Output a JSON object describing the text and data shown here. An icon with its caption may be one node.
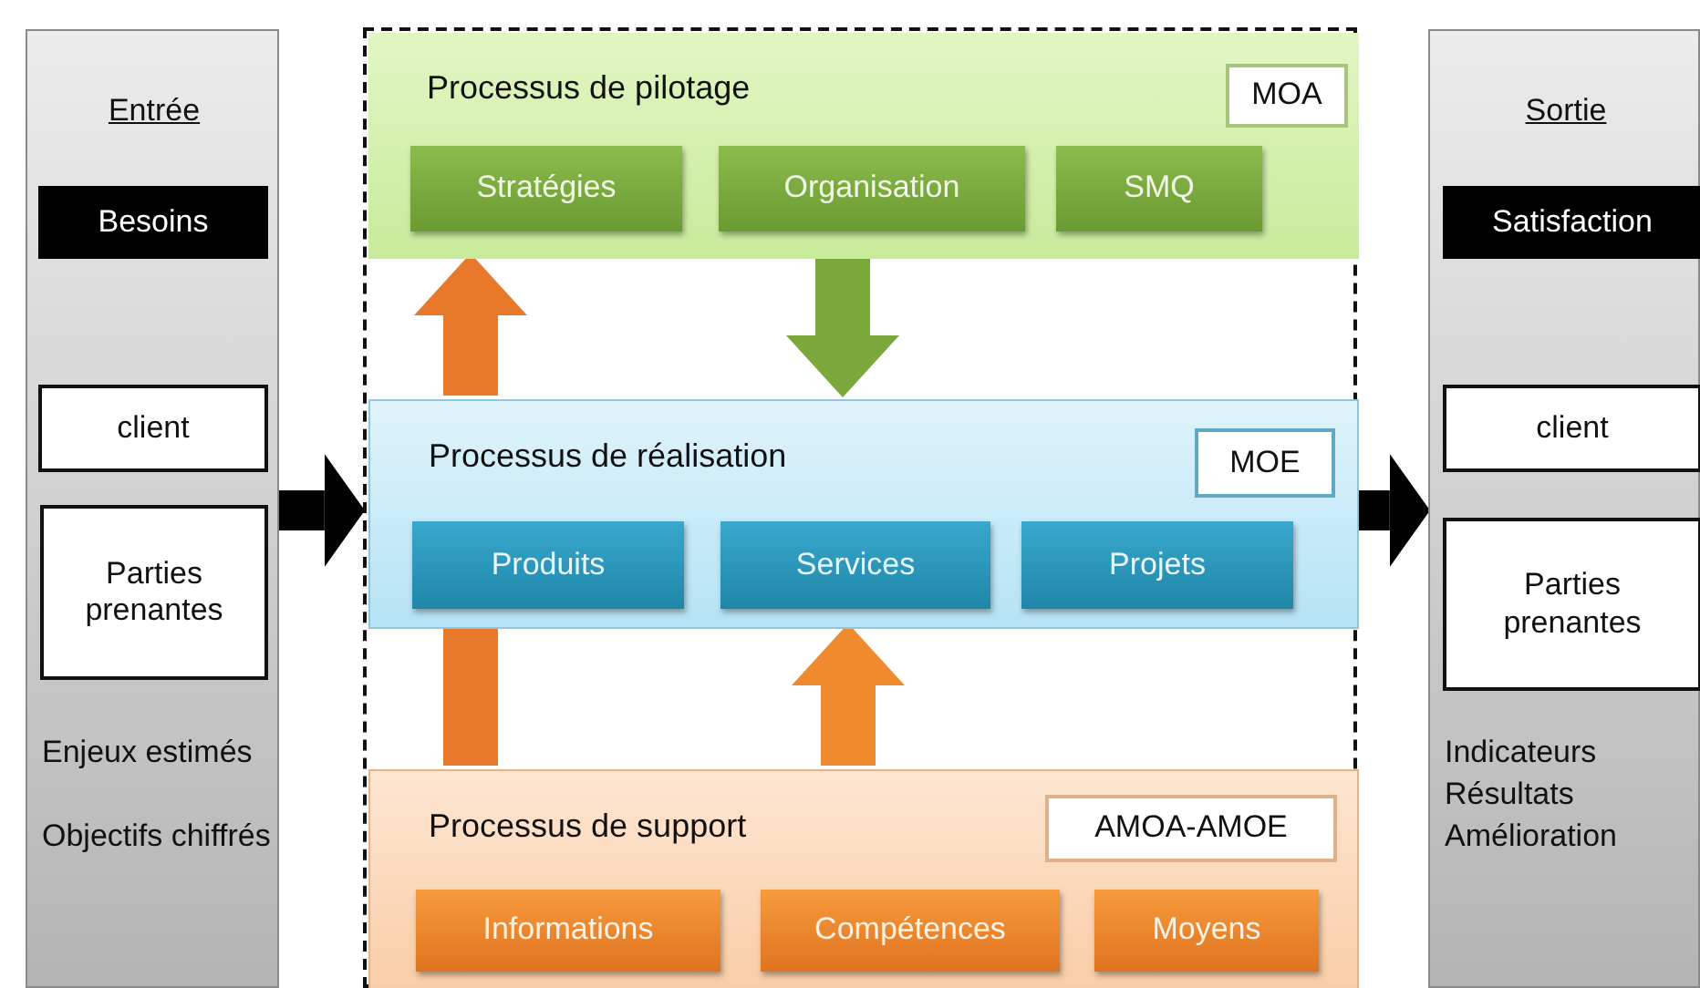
{
  "diagram": {
    "nodes": [
      {
        "text": [
          "Entrée",
          "Enjeux estimés",
          "Objectifs chiffrés"
        ]
      },
      {
        "text": [
          "Besoins"
        ],
        "in": 0
      },
      {
        "text": [
          "client"
        ],
        "in": 0
      },
      {
        "text": [
          "Parties prenantes"
        ],
        "in": 0
      },
      {
        "text": [],
        "shape": "box"
      },
      {
        "text": [
          "Processus de pilotage"
        ],
        "in": 4
      },
      {
        "text": [
          "MOA"
        ],
        "in": 5
      },
      {
        "text": [
          "Stratégies"
        ],
        "in": 5
      },
      {
        "text": [
          "Organisation"
        ],
        "in": 5
      },
      {
        "text": [
          "SMQ"
        ],
        "in": 5
      },
      {
        "text": [
          "Processus de réalisation"
        ],
        "in": 4
      },
      {
        "text": [
          "MOE"
        ],
        "in": 10
      },
      {
        "text": [
          "Produits"
        ],
        "in": 10
      },
      {
        "text": [
          "Services"
        ],
        "in": 10
      },
      {
        "text": [
          "Projets"
        ],
        "in": 10
      },
      {
        "text": [
          "Processus de support"
        ],
        "in": 4
      },
      {
        "text": [
          "AMOA-AMOE"
        ],
        "in": 15
      },
      {
        "text": [
          "Informations"
        ],
        "in": 15
      },
      {
        "text": [
          "Compétences"
        ],
        "in": 15
      },
      {
        "text": [
          "Moyens"
        ],
        "in": 15
      },
      {
        "text": [
          "Sortie",
          "Indicateurs",
          "Résultats",
          "Amélioration"
        ]
      },
      {
        "text": [
          "Satisfaction"
        ],
        "in": 20
      },
      {
        "text": [
          "client"
        ],
        "in": 20
      },
      {
        "text": [
          "Parties prenantes"
        ],
        "in": 20
      }
    ],
    "edges": [
      {
        "from": 0,
        "to": 4,
        "arrow": "to",
        "color": "#000000"
      },
      {
        "from": 10,
        "to": 5,
        "arrow": "to",
        "color": "#e8782a"
      },
      {
        "from": 15,
        "to": 10,
        "arrow": "none",
        "color": "#e8782a"
      },
      {
        "from": 5,
        "to": 10,
        "arrow": "to",
        "color": "#7aa83a"
      },
      {
        "from": 15,
        "to": 10,
        "arrow": "to",
        "color": "#f08a2e"
      },
      {
        "from": 4,
        "to": 20,
        "arrow": "to",
        "color": "#000000"
      }
    ]
  }
}
